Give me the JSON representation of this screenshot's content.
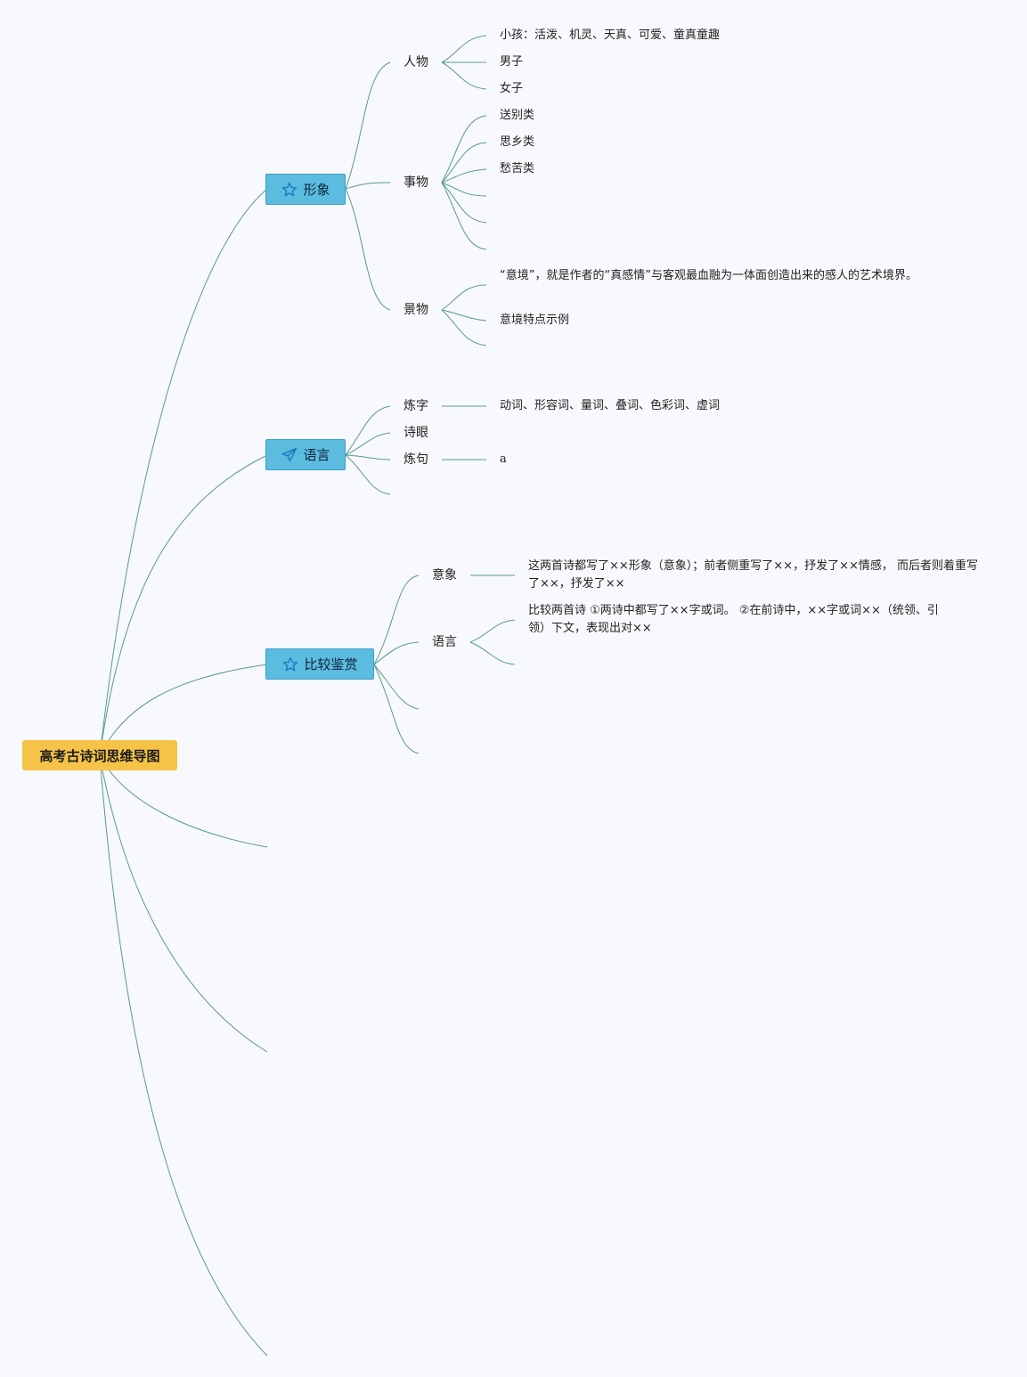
{
  "root": {
    "label": "高考古诗词思维导图"
  },
  "branches": {
    "xingxiang": {
      "label": "形象",
      "icon": "star-icon",
      "renwu": {
        "label": "人物",
        "items": [
          "小孩：活泼、机灵、天真、可爱、童真童趣",
          "男子",
          "女子"
        ]
      },
      "shiwu": {
        "label": "事物",
        "items": [
          "送别类",
          "思乡类",
          "愁苦类"
        ]
      },
      "jingwu": {
        "label": "景物",
        "items": [
          "“意境”，就是作者的“真感情”与客观最血融为一体面创造出来的感人的艺术境界。",
          "意境特点示例"
        ]
      }
    },
    "yuyan": {
      "label": "语言",
      "icon": "send-icon",
      "lianzi": {
        "label": "炼字",
        "item": "动词、形容词、量词、叠词、色彩词、虚词"
      },
      "shiyan": {
        "label": "诗眼"
      },
      "lianju": {
        "label": "炼句",
        "item": "a"
      }
    },
    "bijiao": {
      "label": "比较鉴赏",
      "icon": "star-icon",
      "yixiang": {
        "label": "意象",
        "item": "这两首诗都写了××形象（意象）；前者侧重写了××，抒发了××情感， 而后者则着重写了××，抒发了××"
      },
      "yuyan": {
        "label": "语言",
        "item": "比较两首诗 ①两诗中都写了××字或词。 ②在前诗中，××字或词××（统领、引领）下文，表现出对××"
      }
    }
  },
  "colors": {
    "root": "#f4c348",
    "main": "#5bbce0",
    "link": "#5a9a8c",
    "icon": "#1a7fc2"
  }
}
